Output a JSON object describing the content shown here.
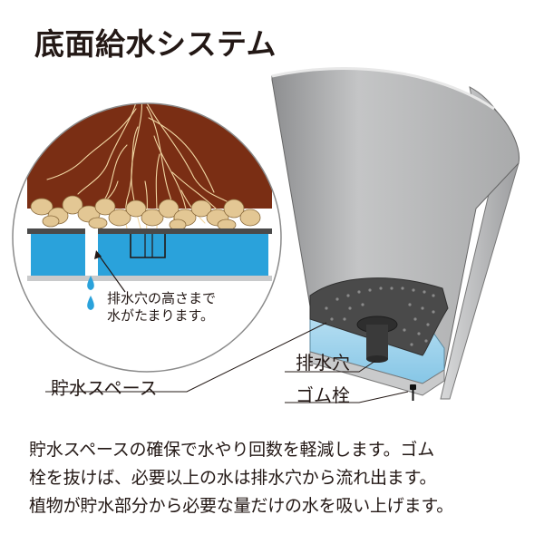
{
  "title": "底面給水システム",
  "inset": {
    "callout_line1": "排水穴の高さまで",
    "callout_line2": "水がたまります。"
  },
  "labels": {
    "storage_space": "貯水スペース",
    "drain_hole": "排水穴",
    "rubber_plug": "ゴム栓"
  },
  "description": [
    "貯水スペースの確保で水やり回数を軽減します。ゴム",
    "栓を抜けば、必要以上の水は排水穴から流れ出ます。",
    "植物が貯水部分から必要な量だけの水を吸い上げます。"
  ],
  "colors": {
    "soil": "#7a2e14",
    "water": "#2aa2db",
    "pebble": "#e3c794",
    "pot_gray": "#b9babb",
    "tray": "#4a4a4a"
  }
}
